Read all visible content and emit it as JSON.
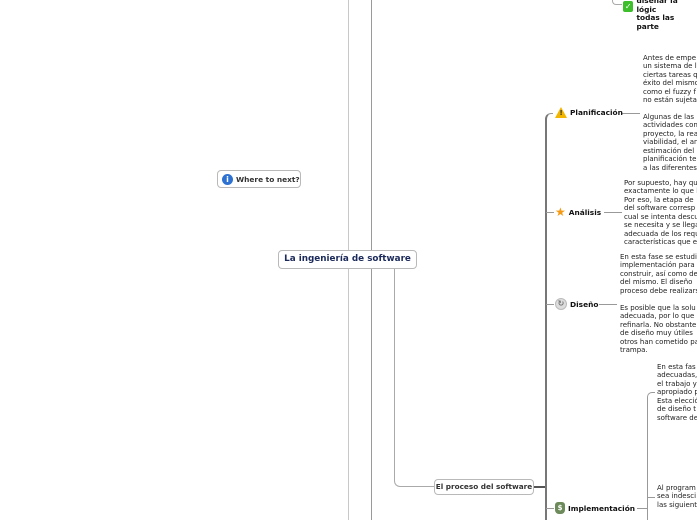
{
  "root": {
    "label": "La ingeniería de software"
  },
  "floating": {
    "label": "Where to next?",
    "icon": "info-icon"
  },
  "branch": {
    "label": "El proceso del software"
  },
  "top_item": {
    "icon": "checkmark-icon",
    "lines": [
      "diseñar la lógic",
      "todas las parte"
    ]
  },
  "topics": [
    {
      "label": "Planificación",
      "icon": "warning-icon",
      "notes": [
        [
          "Antes de empe",
          "un sistema de l",
          "ciertas tareas q",
          "éxito del mismo",
          "como el fuzzy f",
          "no están sujeta"
        ],
        [
          "Algunas de las",
          "actividades con",
          "proyecto, la rea",
          "viabilidad, el an",
          "estimación del",
          "planificación ter",
          "a las diferentes"
        ]
      ]
    },
    {
      "label": "Análisis",
      "icon": "star-icon",
      "notes": [
        [
          "Por supuesto, hay qu",
          "exactamente lo que l",
          "Por eso, la etapa de",
          "del software corresp",
          "cual se intenta descu",
          "se necesita y se llega",
          "adecuada de los requ",
          "características que el"
        ]
      ]
    },
    {
      "label": "Diseño",
      "icon": "refresh-icon",
      "notes": [
        [
          "En esta fase se estudi",
          "implementación para",
          "construir, así como de",
          "del mismo. El diseño",
          "proceso debe realizars"
        ],
        [
          "Es posible que la solu",
          "adecuada, por lo que",
          "refinarla. No obstante",
          "de diseño muy útiles",
          "otros han cometido pa",
          "trampa."
        ]
      ]
    },
    {
      "label": "Implementación",
      "icon": "money-bag-icon",
      "notes": [
        [
          "En esta fas",
          "adecuadas,",
          "el trabajo y",
          "apropiado p",
          "Esta elecció",
          "de diseño t",
          "software de"
        ],
        [
          "Al program",
          "sea indesci",
          "las siguient"
        ]
      ]
    }
  ]
}
